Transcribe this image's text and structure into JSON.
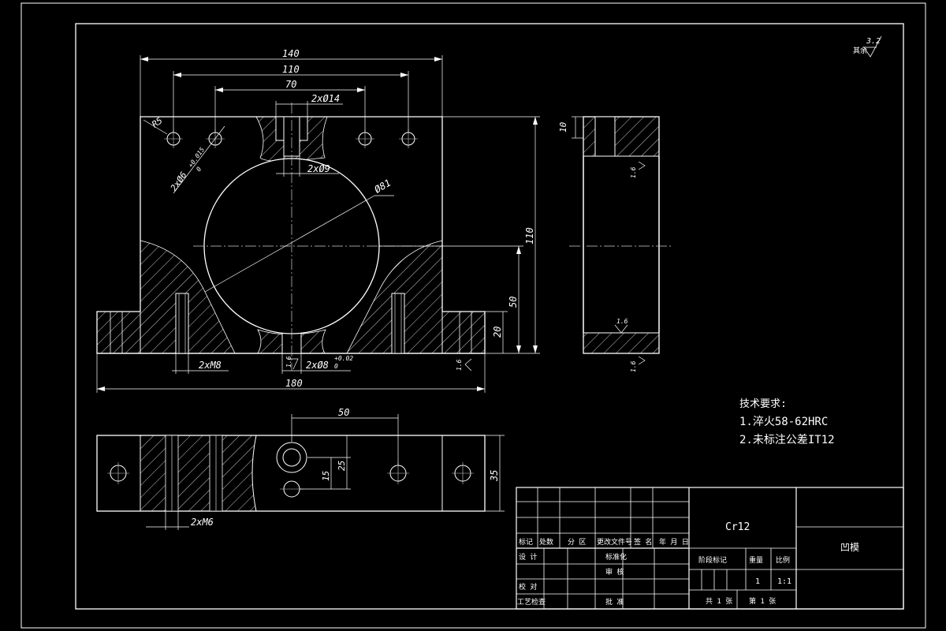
{
  "drawing": {
    "colors": {
      "background": "#000000",
      "line": "#ffffff",
      "center": "#d0d0d0",
      "hatch": "#ffffff"
    },
    "front_view": {
      "dims": {
        "w140": "140",
        "w110": "110",
        "w70": "70",
        "w180": "180",
        "holes_top": "2xØ14",
        "holes_mid": "2xØ9",
        "r5": "R5",
        "pin": "2xØ6",
        "pin_tol_up": "+0.015",
        "pin_tol_low": "0",
        "bore": "Ø81",
        "h110": "110",
        "h50": "50",
        "h20": "20",
        "thread": "2xM8",
        "pin8": "2xØ8",
        "pin8_tol_up": "+0.02",
        "pin8_tol_low": "0",
        "rough_a": "1.6",
        "rough_b": "1.6"
      }
    },
    "side_view": {
      "dims": {
        "h10": "10",
        "rough_1": "1.6",
        "rough_2": "1.6",
        "rough_3": "1.6"
      }
    },
    "top_view": {
      "dims": {
        "w50": "50",
        "h25": "25",
        "h15": "15",
        "h35": "35",
        "thread6": "2xM6"
      }
    },
    "roughness_note": {
      "label": "其余",
      "value": "3.2"
    },
    "tech_requirements": {
      "title": "技术要求:",
      "items": [
        "1.淬火58-62HRC",
        "2.未标注公差IT12"
      ]
    }
  },
  "title_block": {
    "material": "Cr12",
    "part_name": "凹模",
    "header_row": [
      "标记",
      "处数",
      "分 区",
      "更改文件号",
      "签 名",
      "年 月 日"
    ],
    "rows": [
      {
        "left": "设 计",
        "mid": "标准化"
      },
      {
        "left": "",
        "mid": "审 核"
      },
      {
        "left": "校 对",
        "mid": ""
      },
      {
        "left": "工艺检查",
        "mid": "批 准"
      }
    ],
    "stage_label": "阶段标记",
    "weight_label": "重量",
    "scale_label": "比例",
    "quantity": "1",
    "scale": "1:1",
    "sheets_total": "共 1 张",
    "sheet_no": "第 1 张"
  }
}
